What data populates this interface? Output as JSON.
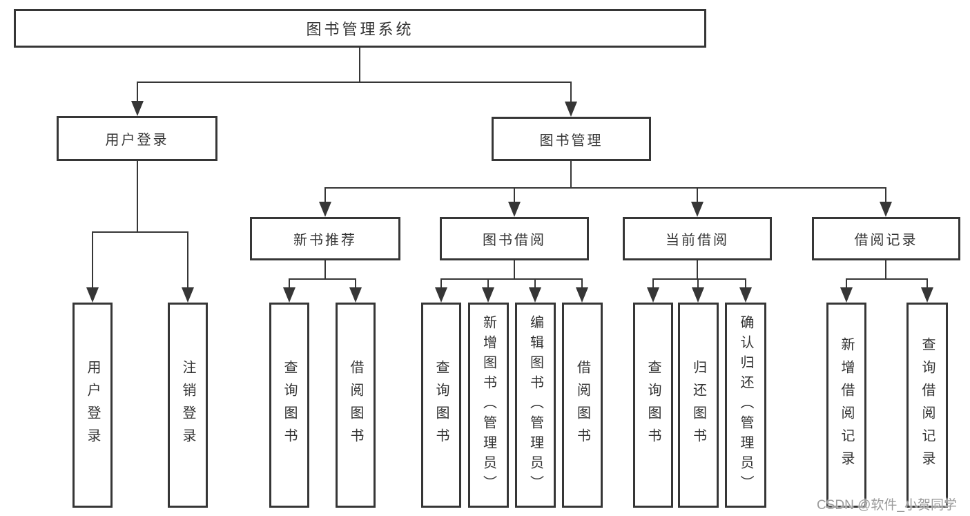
{
  "tree": {
    "root": {
      "label": "图书管理系统"
    },
    "user": {
      "label": "用户登录",
      "children": [
        {
          "label": "用户登录"
        },
        {
          "label": "注销登录"
        }
      ]
    },
    "book": {
      "label": "图书管理",
      "groups": [
        {
          "label": "新书推荐",
          "children": [
            {
              "label": "查询图书"
            },
            {
              "label": "借阅图书"
            }
          ]
        },
        {
          "label": "图书借阅",
          "children": [
            {
              "label": "查询图书"
            },
            {
              "label": "新增图书（管理员）"
            },
            {
              "label": "编辑图书（管理员）"
            },
            {
              "label": "借阅图书"
            }
          ]
        },
        {
          "label": "当前借阅",
          "children": [
            {
              "label": "查询图书"
            },
            {
              "label": "归还图书"
            },
            {
              "label": "确认归还（管理员）"
            }
          ]
        },
        {
          "label": "借阅记录",
          "children": [
            {
              "label": "新增借阅记录"
            },
            {
              "label": "查询借阅记录"
            }
          ]
        }
      ]
    }
  },
  "colors": {
    "line": "#363636",
    "text": "#333333",
    "watermark": "#9b9b9b",
    "background": "#ffffff"
  },
  "watermark": {
    "text": "CSDN @软件_小贺同学"
  }
}
